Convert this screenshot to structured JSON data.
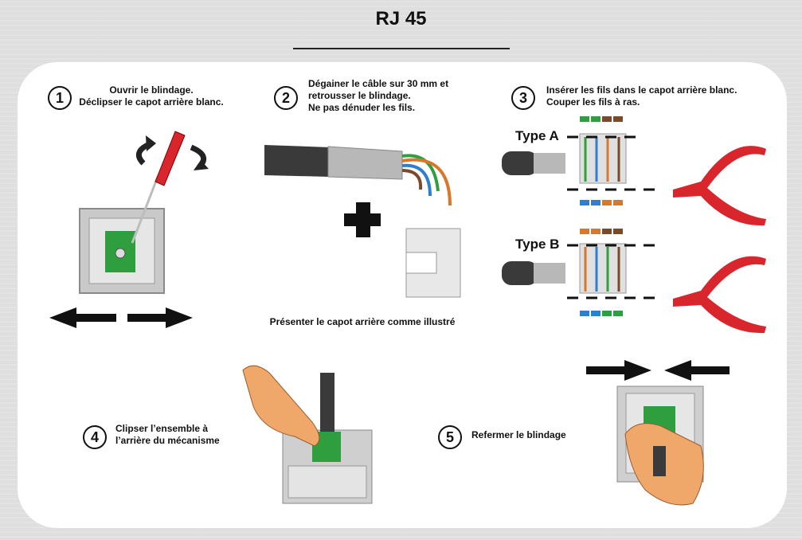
{
  "title": "RJ 45",
  "steps": [
    {
      "num": "1",
      "line1": "Ouvrir le blindage.",
      "line2": "Déclipser le capot arrière blanc.",
      "line3": ""
    },
    {
      "num": "2",
      "line1": "Dégainer le câble sur 30 mm et",
      "line2": "retrousser le blindage.",
      "line3": "Ne pas dénuder les fils."
    },
    {
      "num": "3",
      "line1": "Insérer les fils dans le capot arrière blanc.",
      "line2": "Couper les fils à ras.",
      "line3": ""
    },
    {
      "num": "4",
      "line1": "Clipser l’ensemble à",
      "line2": "l’arrière du mécanisme",
      "line3": ""
    },
    {
      "num": "5",
      "line1": "Refermer le blindage",
      "line2": "",
      "line3": ""
    }
  ],
  "present_caption": "Présenter le capot arrière comme illustré",
  "types": {
    "a": "Type A",
    "b": "Type B"
  },
  "colors": {
    "green": "#2e9e3e",
    "orange": "#d9772a",
    "blue": "#2f7fd0",
    "brown": "#7a4a2a",
    "red": "#d8262c",
    "cable": "#3a3a3a"
  }
}
